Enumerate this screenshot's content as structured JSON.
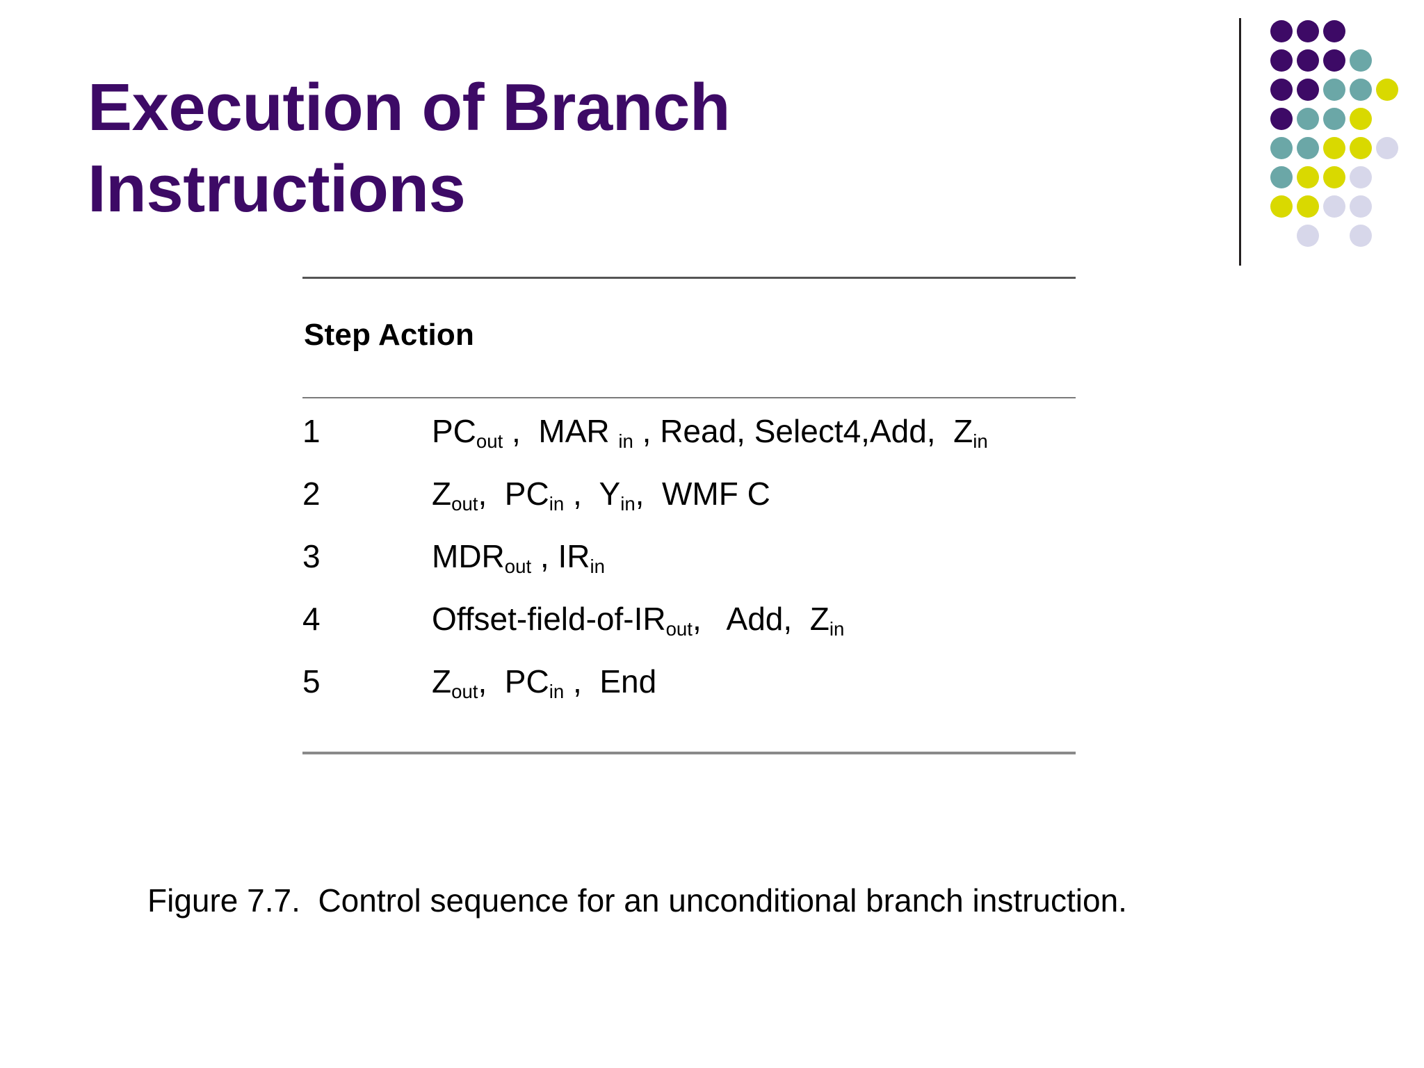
{
  "slide": {
    "title": "Execution of Branch\nInstructions",
    "title_color": "#3d0a66",
    "background_color": "#ffffff",
    "caption": "Figure 7.7.  Control sequence for an unconditional branch instruction."
  },
  "logo": {
    "name": "dot-matrix-logo",
    "colors": {
      "purple": "#3d0a66",
      "teal": "#6ba7a7",
      "yellow": "#d9d900",
      "lavender": "#d7d7ea"
    },
    "grid": [
      [
        "purple",
        "purple",
        "purple",
        "",
        ""
      ],
      [
        "purple",
        "purple",
        "purple",
        "teal",
        ""
      ],
      [
        "purple",
        "purple",
        "teal",
        "teal",
        "yellow"
      ],
      [
        "purple",
        "teal",
        "teal",
        "yellow",
        ""
      ],
      [
        "teal",
        "teal",
        "yellow",
        "yellow",
        "lavender"
      ],
      [
        "teal",
        "yellow",
        "yellow",
        "lavender",
        ""
      ],
      [
        "yellow",
        "yellow",
        "lavender",
        "lavender",
        ""
      ],
      [
        "",
        "lavender",
        "",
        "lavender",
        ""
      ]
    ]
  },
  "table": {
    "header": "Step Action",
    "columns": [
      "Step",
      "Action"
    ],
    "rows": [
      {
        "step": "1",
        "action_plain": "PCout ,  MAR in , Read, Select4,Add,  Zin",
        "action_parts": [
          {
            "t": "PC"
          },
          {
            "t": "out",
            "sub": true
          },
          {
            "t": " ,  MAR "
          },
          {
            "t": "in",
            "sub": true
          },
          {
            "t": " , Read, Select4,Add,  Z"
          },
          {
            "t": "in",
            "sub": true
          }
        ]
      },
      {
        "step": "2",
        "action_plain": "Zout,  PCin ,  Yin,  WMF C",
        "action_parts": [
          {
            "t": "Z"
          },
          {
            "t": "out",
            "sub": true
          },
          {
            "t": ",  PC"
          },
          {
            "t": "in",
            "sub": true
          },
          {
            "t": " ,  Y"
          },
          {
            "t": "in",
            "sub": true
          },
          {
            "t": ",  WMF C"
          }
        ]
      },
      {
        "step": "3",
        "action_plain": "MDRout , IRin",
        "action_parts": [
          {
            "t": "MDR"
          },
          {
            "t": "out",
            "sub": true
          },
          {
            "t": " , IR"
          },
          {
            "t": "in",
            "sub": true
          }
        ]
      },
      {
        "step": "4",
        "action_plain": "Offset-field-of-IRout,   Add,  Zin",
        "action_parts": [
          {
            "t": "Offset-field-of-IR"
          },
          {
            "t": "out",
            "sub": true
          },
          {
            "t": ",   Add,  Z"
          },
          {
            "t": "in",
            "sub": true
          }
        ]
      },
      {
        "step": "5",
        "action_plain": "Zout,  PCin ,  End",
        "action_parts": [
          {
            "t": "Z"
          },
          {
            "t": "out",
            "sub": true
          },
          {
            "t": ",  PC"
          },
          {
            "t": "in",
            "sub": true
          },
          {
            "t": " ,  End"
          }
        ]
      }
    ]
  }
}
